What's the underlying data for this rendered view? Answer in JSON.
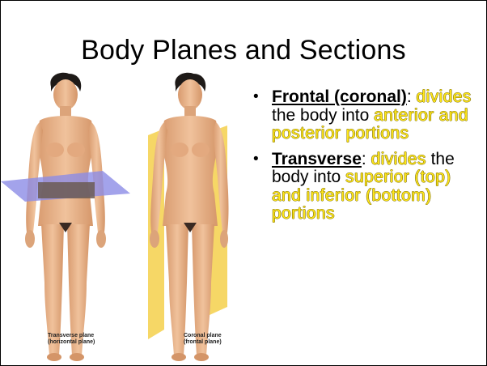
{
  "slide": {
    "title": "Body Planes and Sections",
    "left_caption_line1": "Transverse plane",
    "left_caption_line2": "(horizontal plane)",
    "right_caption_line1": "Coronal plane",
    "right_caption_line2": "(frontal plane)"
  },
  "bullets": [
    {
      "term": "Frontal (coronal)",
      "colon": ":",
      "parts": [
        {
          "text": "divides",
          "highlight": true
        },
        {
          "text": " the body into ",
          "highlight": false
        },
        {
          "text": "anterior and posterior portions",
          "highlight": true
        }
      ]
    },
    {
      "term": "Transverse",
      "colon": ": ",
      "parts": [
        {
          "text": "divides",
          "highlight": true
        },
        {
          "text": " the body into ",
          "highlight": false
        },
        {
          "text": "superior (top) and inferior (bottom) portions",
          "highlight": true
        }
      ]
    }
  ],
  "colors": {
    "highlight_text": "#ffe71a",
    "transverse_plane": "#8c8ce6",
    "coronal_plane": "#f6d766",
    "skin": "#e9b48c"
  }
}
